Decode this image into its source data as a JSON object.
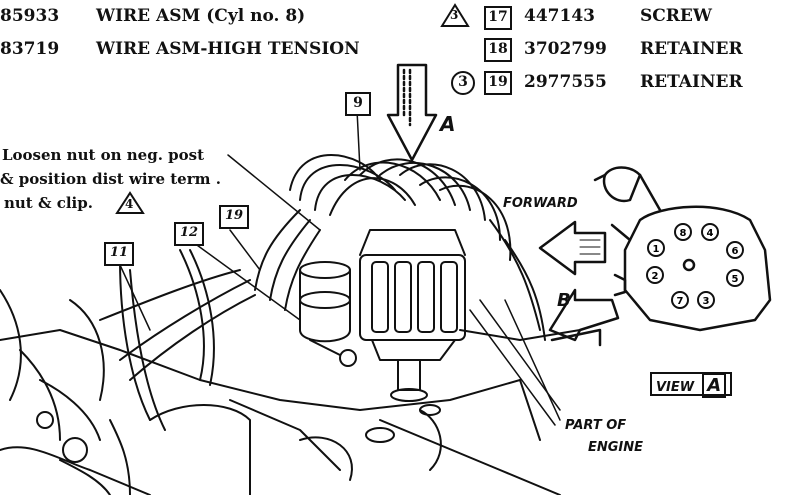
{
  "parts_list": {
    "rows": [
      {
        "number": "85933",
        "description": "WIRE ASM (Cyl no. 8)"
      },
      {
        "number": "83719",
        "description": "WIRE ASM-HIGH TENSION"
      }
    ],
    "right_rows": [
      {
        "note": "3",
        "note_shape": "triangle",
        "callout": "17",
        "number": "447143",
        "description": "SCREW"
      },
      {
        "note": "",
        "note_shape": "none",
        "callout": "18",
        "number": "3702799",
        "description": "RETAINER"
      },
      {
        "note": "3",
        "note_shape": "circle",
        "callout": "19",
        "number": "2977555",
        "description": "RETAINER"
      }
    ]
  },
  "instruction_note": {
    "lines": [
      "Loosen nut on neg. post",
      "& position dist wire term .",
      "nut & clip."
    ],
    "note_ref": "4"
  },
  "callouts": {
    "c9": "9",
    "c11": "11",
    "c12": "12",
    "c19": "19",
    "view_a_arrow": "A",
    "view_b_arrow": "B"
  },
  "labels": {
    "forward": "FORWARD",
    "view": "VIEW",
    "view_letter": "A",
    "part_of": "PART OF",
    "engine": "ENGINE"
  },
  "cap_numbers": [
    "8",
    "4",
    "3",
    "6",
    "5",
    "7",
    "2",
    "1"
  ],
  "colors": {
    "ink": "#111111",
    "paper": "#ffffff"
  }
}
